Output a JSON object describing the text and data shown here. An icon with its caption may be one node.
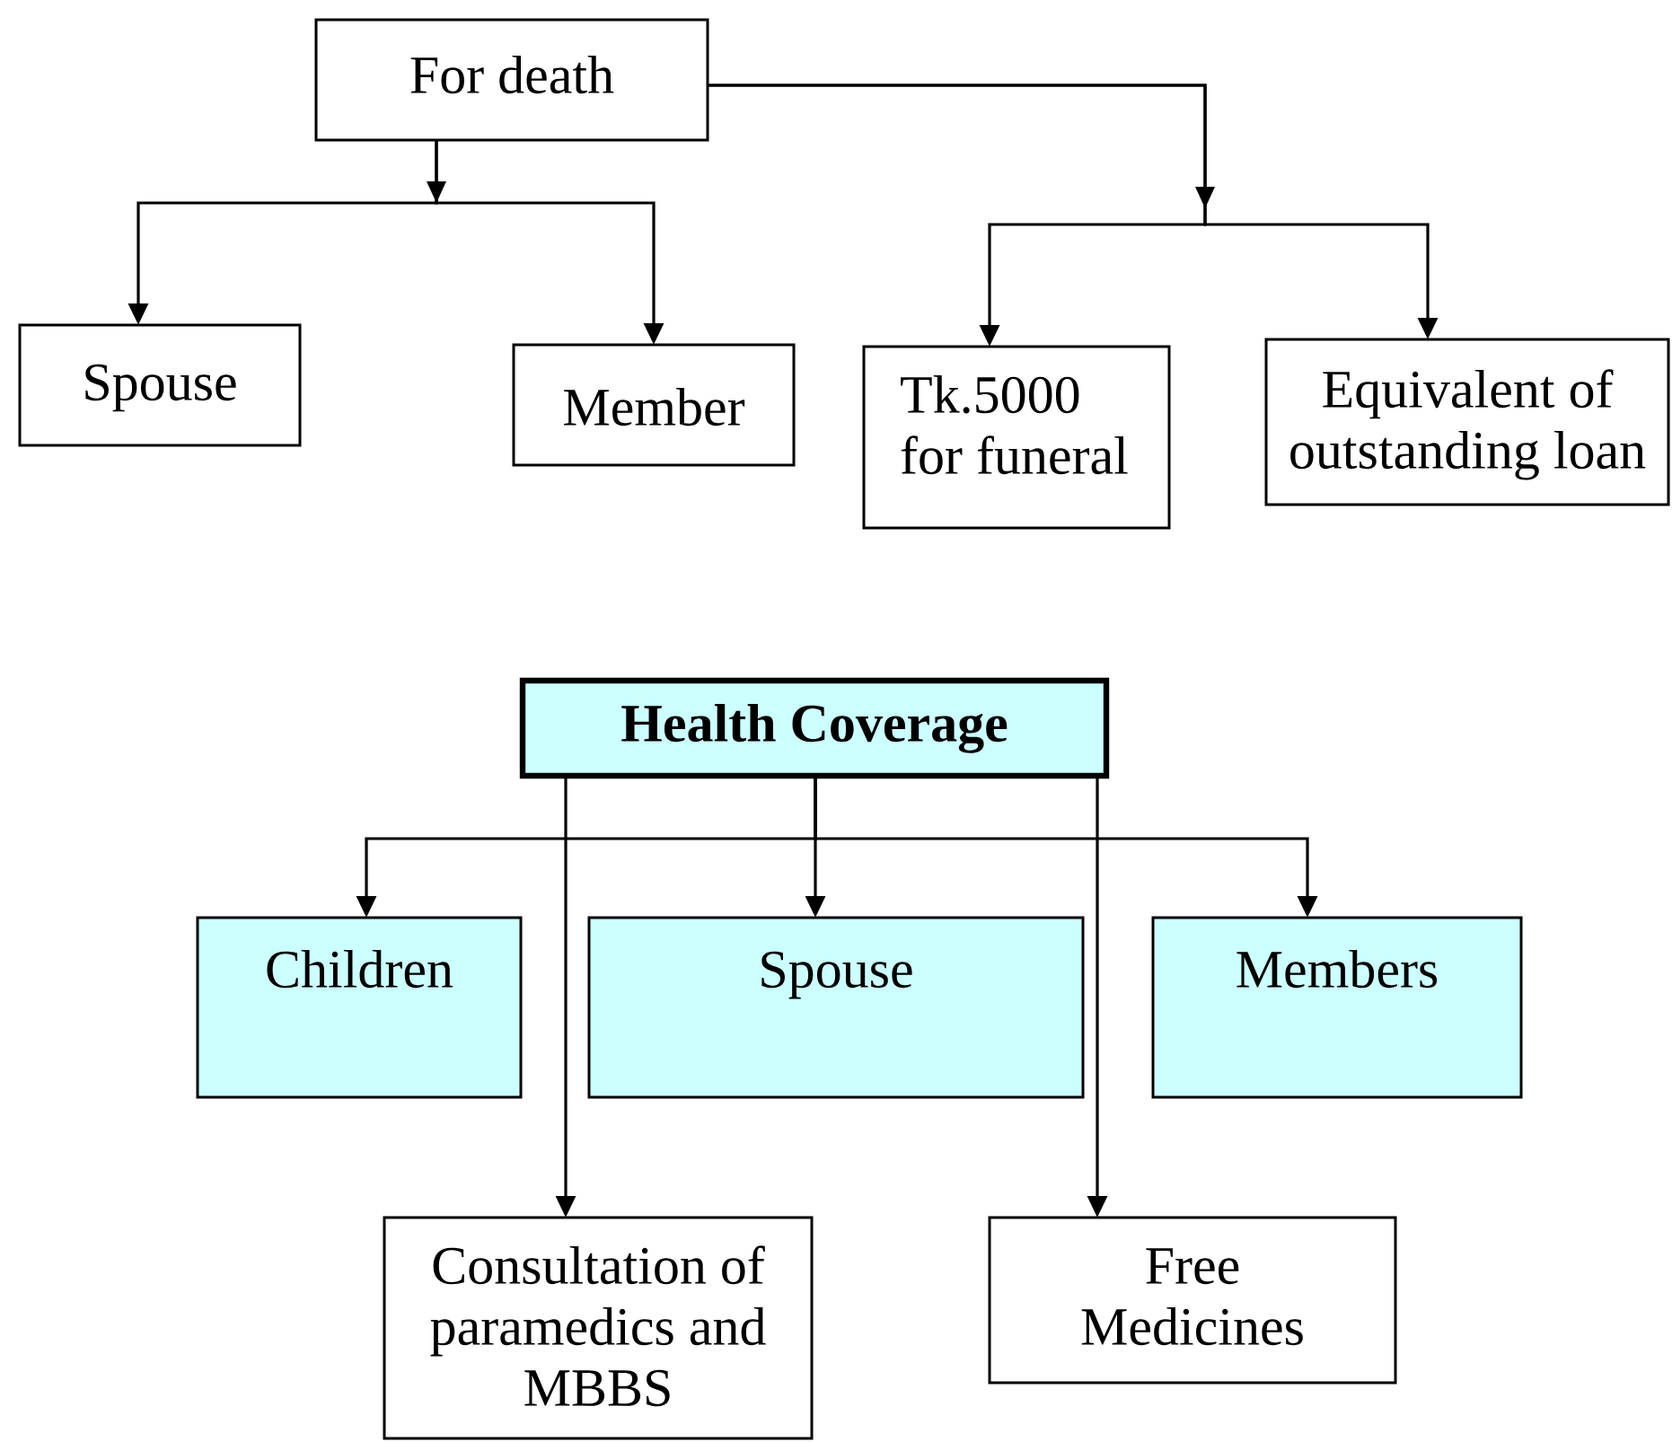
{
  "diagram": {
    "nodes": [
      {
        "text": [
          "For death"
        ]
      },
      {
        "text": [
          "Spouse"
        ]
      },
      {
        "text": [
          "Member"
        ]
      },
      {
        "text": [
          "Tk.5000 for funeral"
        ]
      },
      {
        "text": [
          "Equivalent of outstanding loan"
        ]
      },
      {
        "text": [
          "Health Coverage"
        ]
      },
      {
        "text": [
          "Children"
        ]
      },
      {
        "text": [
          "Spouse"
        ]
      },
      {
        "text": [
          "Members"
        ]
      },
      {
        "text": [
          "Consultation of paramedics and MBBS"
        ]
      },
      {
        "text": [
          "Free Medicines"
        ]
      }
    ],
    "edges": [
      {
        "from": 0,
        "to": 1,
        "arrow": "to"
      },
      {
        "from": 0,
        "to": 2,
        "arrow": "to"
      },
      {
        "from": 0,
        "to": 3,
        "arrow": "to"
      },
      {
        "from": 0,
        "to": 4,
        "arrow": "to"
      },
      {
        "from": 5,
        "to": 6,
        "arrow": "to"
      },
      {
        "from": 5,
        "to": 7,
        "arrow": "to"
      },
      {
        "from": 5,
        "to": 8,
        "arrow": "to"
      },
      {
        "from": 5,
        "to": 9,
        "arrow": "to"
      },
      {
        "from": 5,
        "to": 10,
        "arrow": "to"
      }
    ]
  }
}
